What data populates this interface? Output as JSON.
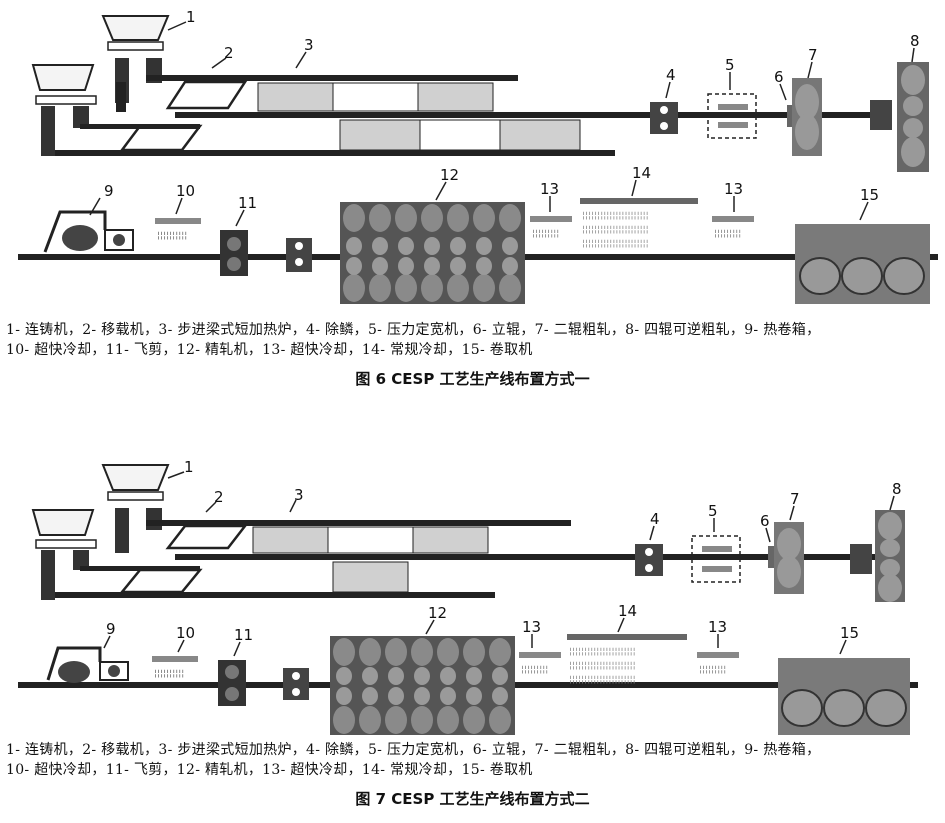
{
  "figures": [
    {
      "caption": "图 6   CESP 工艺生产线布置方式一",
      "legend_line1": "1- 连铸机，2- 移载机，3- 步进梁式短加热炉，4- 除鳞，5- 压力定宽机，6- 立辊，7- 二辊粗轧，8- 四辊可逆粗轧，9- 热卷箱，",
      "legend_line2": "10- 超快冷却，11- 飞剪，12- 精轧机，13- 超快冷却，14- 常规冷却，15- 卷取机"
    },
    {
      "caption": "图 7   CESP 工艺生产线布置方式二",
      "legend_line1": "1- 连铸机，2- 移载机，3- 步进梁式短加热炉，4- 除鳞，5- 压力定宽机，6- 立辊，7- 二辊粗轧，8- 四辊可逆粗轧，9- 热卷箱，",
      "legend_line2": "10- 超快冷却，11- 飞剪，12- 精轧机，13- 超快冷却，14- 常规冷却，15- 卷取机"
    }
  ],
  "labels": {
    "n1": "1",
    "n2": "2",
    "n3": "3",
    "n4": "4",
    "n5": "5",
    "n6": "6",
    "n7": "7",
    "n8": "8",
    "n9": "9",
    "n10": "10",
    "n11": "11",
    "n12": "12",
    "n13": "13",
    "n14": "14",
    "n15": "15"
  },
  "colors": {
    "line": "#222222",
    "dark_box": "#555555",
    "furnace": "#d0d0d0",
    "roll": "#6e6e6e",
    "coiler": "#7a7a7a"
  }
}
